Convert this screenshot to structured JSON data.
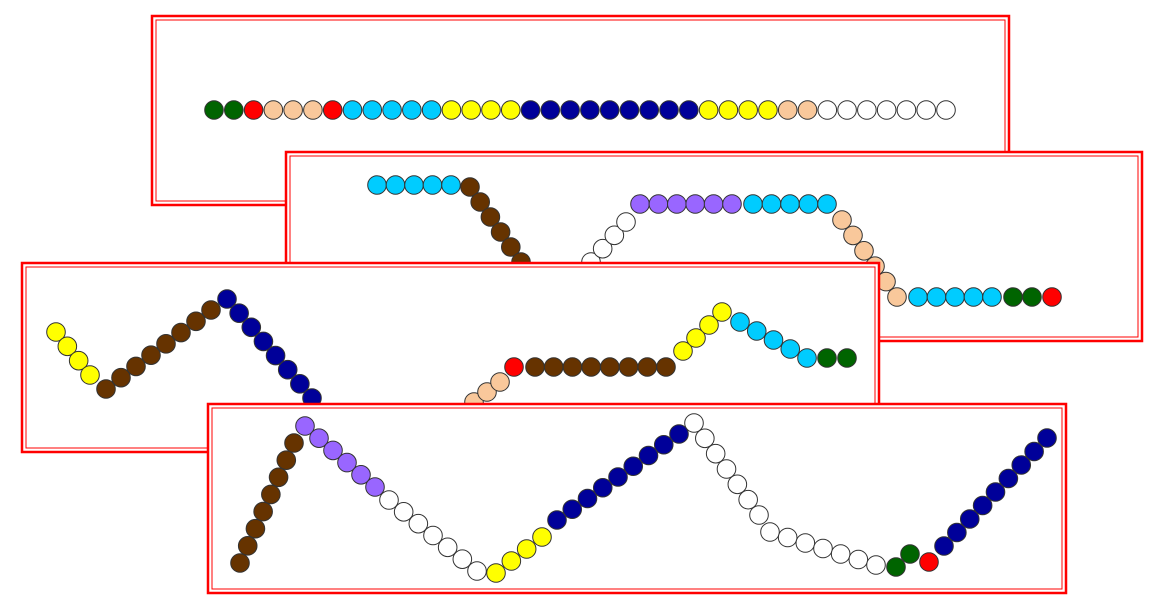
{
  "palette": {
    "green": "#006400",
    "red": "#ff0000",
    "peach": "#f9c89b",
    "cyan": "#00ccff",
    "yellow": "#ffff00",
    "navy": "#000099",
    "brown": "#663300",
    "purple": "#9966ff",
    "white": "#ffffff",
    "border": "#ff0000",
    "bead_outline": "#333333"
  },
  "cards": [
    {
      "name": "bead-card-1",
      "segments": [
        {
          "color": "green",
          "count": 2
        },
        {
          "color": "red",
          "count": 1
        },
        {
          "color": "peach",
          "count": 3
        },
        {
          "color": "red",
          "count": 1
        },
        {
          "color": "cyan",
          "count": 5
        },
        {
          "color": "yellow",
          "count": 4
        },
        {
          "color": "navy",
          "count": 9
        },
        {
          "color": "yellow",
          "count": 4
        },
        {
          "color": "peach",
          "count": 2
        },
        {
          "color": "white",
          "count": 7
        }
      ]
    },
    {
      "name": "bead-card-2",
      "segments": [
        {
          "color": "cyan",
          "count": 5
        },
        {
          "color": "brown",
          "count": 6
        },
        {
          "color": "white",
          "count": 4
        },
        {
          "color": "purple",
          "count": 6
        },
        {
          "color": "cyan",
          "count": 5
        },
        {
          "color": "peach",
          "count": 6
        },
        {
          "color": "cyan",
          "count": 5
        },
        {
          "color": "green",
          "count": 2
        },
        {
          "color": "red",
          "count": 1
        }
      ]
    },
    {
      "name": "bead-card-3",
      "segments": [
        {
          "color": "yellow",
          "count": 4
        },
        {
          "color": "brown",
          "count": 8
        },
        {
          "color": "navy",
          "count": 8
        },
        {
          "color": "peach",
          "count": 3
        },
        {
          "color": "red",
          "count": 1
        },
        {
          "color": "brown",
          "count": 8
        },
        {
          "color": "yellow",
          "count": 4
        },
        {
          "color": "cyan",
          "count": 5
        },
        {
          "color": "green",
          "count": 2
        }
      ]
    },
    {
      "name": "bead-card-4",
      "segments": [
        {
          "color": "brown",
          "count": 8
        },
        {
          "color": "purple",
          "count": 6
        },
        {
          "color": "white",
          "count": 7
        },
        {
          "color": "yellow",
          "count": 4
        },
        {
          "color": "navy",
          "count": 9
        },
        {
          "color": "white",
          "count": 7
        },
        {
          "color": "white",
          "count": 7
        },
        {
          "color": "green",
          "count": 2
        },
        {
          "color": "red",
          "count": 1
        },
        {
          "color": "navy",
          "count": 9
        }
      ]
    }
  ]
}
